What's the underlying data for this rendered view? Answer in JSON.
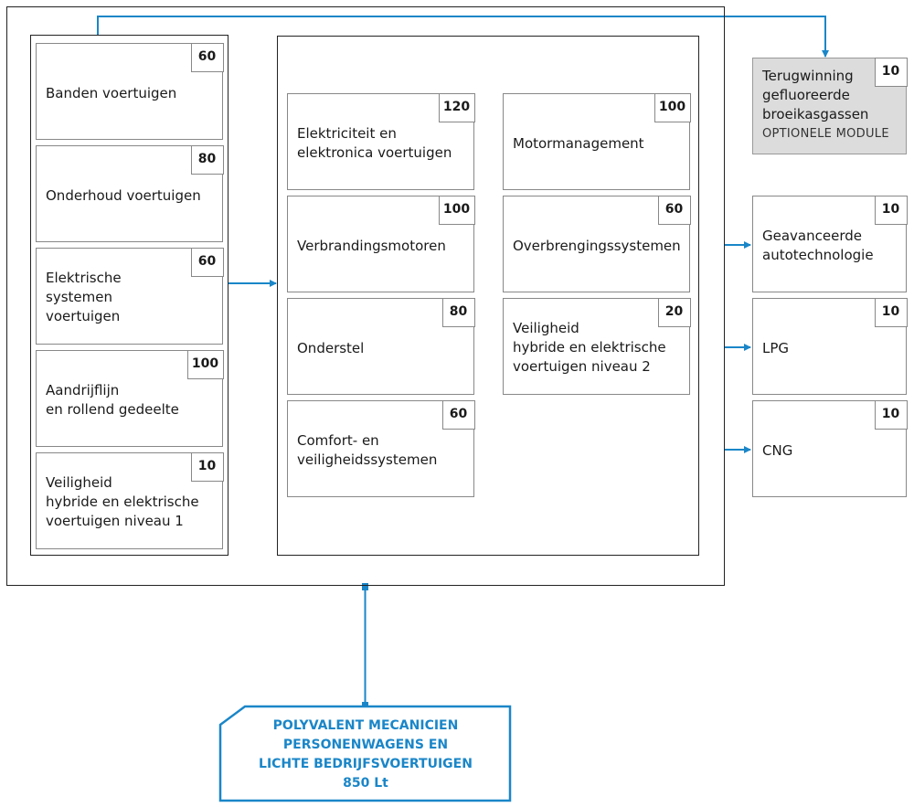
{
  "colors": {
    "accent": "#1a86c8",
    "optional_fill": "#dcdcdc"
  },
  "left_column": [
    {
      "label": "Banden voertuigen",
      "value": "60"
    },
    {
      "label": "Onderhoud voertuigen",
      "value": "80"
    },
    {
      "label": "Elektrische\nsystemen\nvoertuigen",
      "value": "60"
    },
    {
      "label": "Aandrijflijn\nen rollend gedeelte",
      "value": "100"
    },
    {
      "label": "Veiligheid\nhybride en elektrische\nvoertuigen niveau 1",
      "value": "10"
    }
  ],
  "middle_left": [
    {
      "label": "Elektriciteit en\nelektronica voertuigen",
      "value": "120"
    },
    {
      "label": "Verbrandingsmotoren",
      "value": "100"
    },
    {
      "label": "Onderstel",
      "value": "80"
    },
    {
      "label": "Comfort- en\nveiligheidssystemen",
      "value": "60"
    }
  ],
  "middle_right": [
    {
      "label": "Motormanagement",
      "value": "100"
    },
    {
      "label": "Overbrengingssystemen",
      "value": "60"
    },
    {
      "label": "Veiligheid\nhybride en elektrische\nvoertuigen niveau 2",
      "value": "20"
    }
  ],
  "optional_module": {
    "label": "Terugwinning\ngefluoreerde\nbroeikasgassen",
    "value": "10",
    "tag": "OPTIONELE MODULE"
  },
  "right_column": [
    {
      "label": "Geavanceerde\nautotechnologie",
      "value": "10"
    },
    {
      "label": "LPG",
      "value": "10"
    },
    {
      "label": "CNG",
      "value": "10"
    }
  ],
  "target": {
    "line1": "POLYVALENT MECANICIEN",
    "line2": "PERSONENWAGENS EN",
    "line3": "LICHTE BEDRIJFSVOERTUIGEN",
    "line4": "850 Lt"
  }
}
